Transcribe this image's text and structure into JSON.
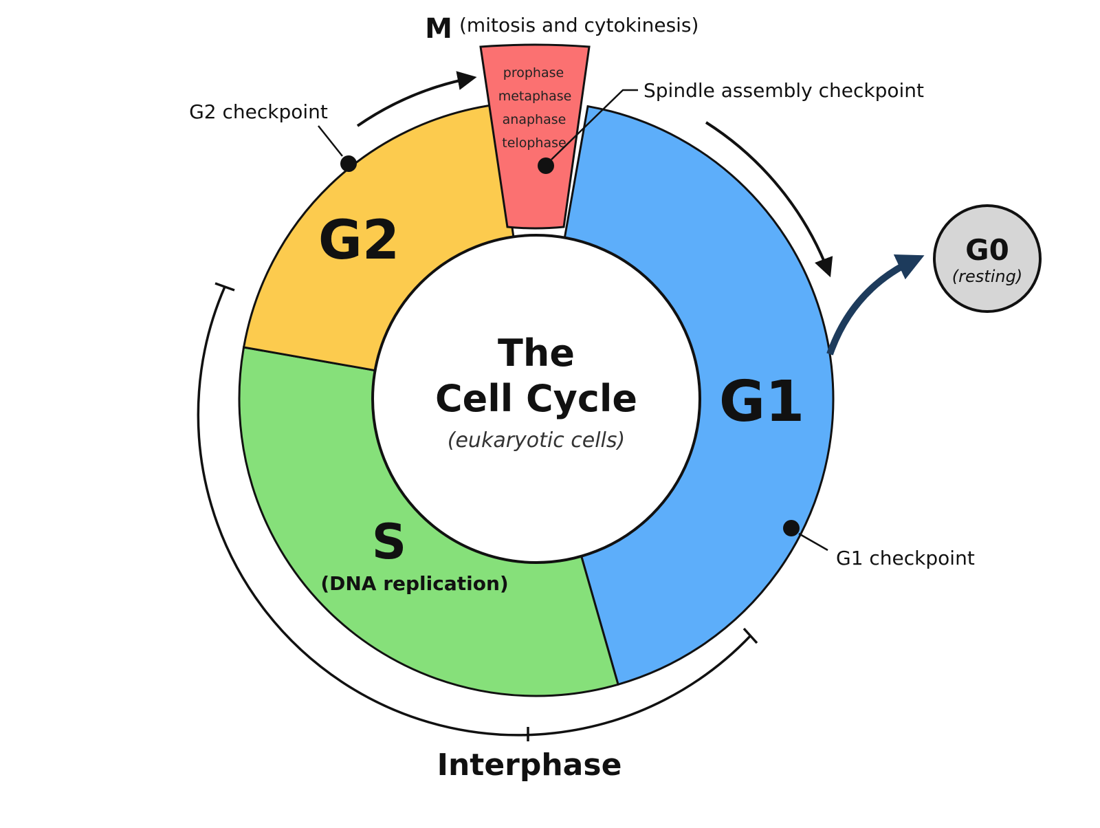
{
  "diagram": {
    "title_line1": "The",
    "title_line2": "Cell Cycle",
    "subtitle": "(eukaryotic cells)",
    "phases": {
      "g1": {
        "label": "G1",
        "color": "#5daefa"
      },
      "s": {
        "label": "S",
        "sublabel": "(DNA replication)",
        "color": "#86e07a"
      },
      "g2": {
        "label": "G2",
        "color": "#fccb4e"
      },
      "m": {
        "letter": "M",
        "description": "(mitosis and cytokinesis)",
        "color": "#fb7171",
        "stages": [
          "prophase",
          "metaphase",
          "anaphase",
          "telophase"
        ]
      },
      "g0": {
        "label": "G0",
        "sublabel": "(resting)",
        "color": "#d6d6d6"
      }
    },
    "checkpoints": {
      "g2": "G2 checkpoint",
      "spindle": "Spindle assembly checkpoint",
      "g1": "G1 checkpoint"
    },
    "interphase_label": "Interphase",
    "colors": {
      "outline": "#111111",
      "arrow_g0": "#1d3b5c"
    }
  }
}
